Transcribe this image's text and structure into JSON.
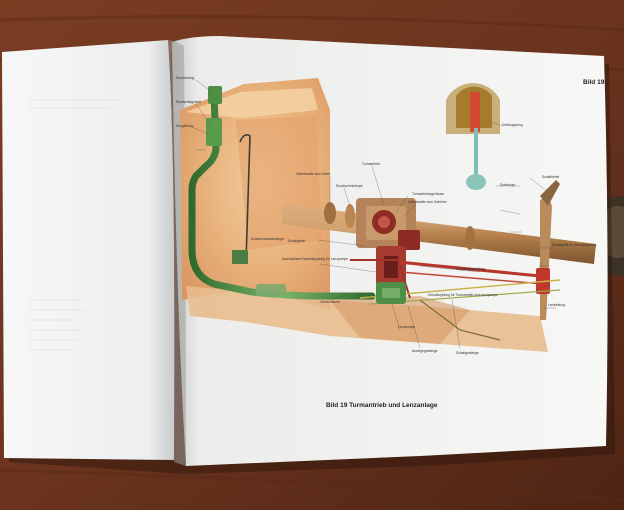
{
  "book": {
    "page_number": "Bild 19",
    "caption": "Bild 19   Turmantrieb und Lenzanlage"
  },
  "labels": [
    "Druckleitung",
    "Rückschlagventil",
    "Saugleitung",
    "Schmutzwasserklappe",
    "Gelenkwelle zum Motor",
    "Druckschmierkopf",
    "Turmantrieb",
    "Turmantriebsgehäuse",
    "Gelenkwelle zum Getriebe",
    "Schaltgeber",
    "Ausrückbare Klauenkupplung für Lenzpumpe",
    "Lenzpumpe",
    "Kupplungsgestänge",
    "Kreuzkupplung für Turmantrieb und Lenzpumpe",
    "Schaltgestänge",
    "Anzeigegestänge",
    "Gleitschlauch",
    "Lenzleitung",
    "Schalthebel",
    "Schaltgriffe für Kreuzkupplung",
    "Drehkupplung",
    "Drehknopf"
  ],
  "colors": {
    "table": "#6b351f",
    "paper": "#f4f4f2",
    "pipe_green": "#4f8e45",
    "shaft_tan": "#c4935e",
    "hull_orange": "#e6b07e"
  }
}
